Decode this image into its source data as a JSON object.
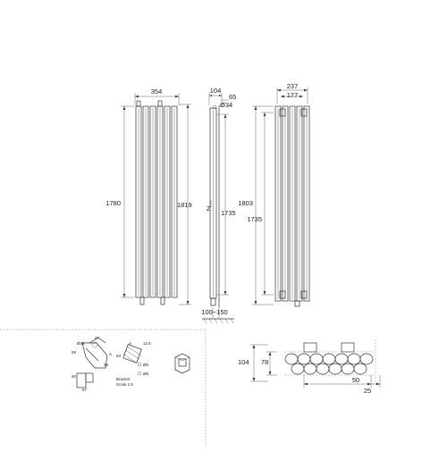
{
  "front_view": {
    "height_left": "1780",
    "height_right": "1819",
    "width_top": "354"
  },
  "side_view": {
    "depth_top": "104",
    "depth_top_right": "65",
    "pipe_diameter": "Ø34",
    "height": "1735",
    "wall_gap": "100~150"
  },
  "back_view": {
    "width_top": "237",
    "width_inner": "177",
    "height_outer": "1803",
    "height_inner": "1735"
  },
  "bracket_detail": {
    "title": "Bracket",
    "scale": "Scale 1:5",
    "labels": [
      "Ø46",
      "47",
      "58",
      "A",
      "36",
      "60",
      "57",
      "A",
      "12.5",
      "63",
      "Ø8",
      "Ø8"
    ]
  },
  "top_view": {
    "depth_outer": "104",
    "depth_inner": "78",
    "spacing_50": "50",
    "spacing_25": "25"
  }
}
